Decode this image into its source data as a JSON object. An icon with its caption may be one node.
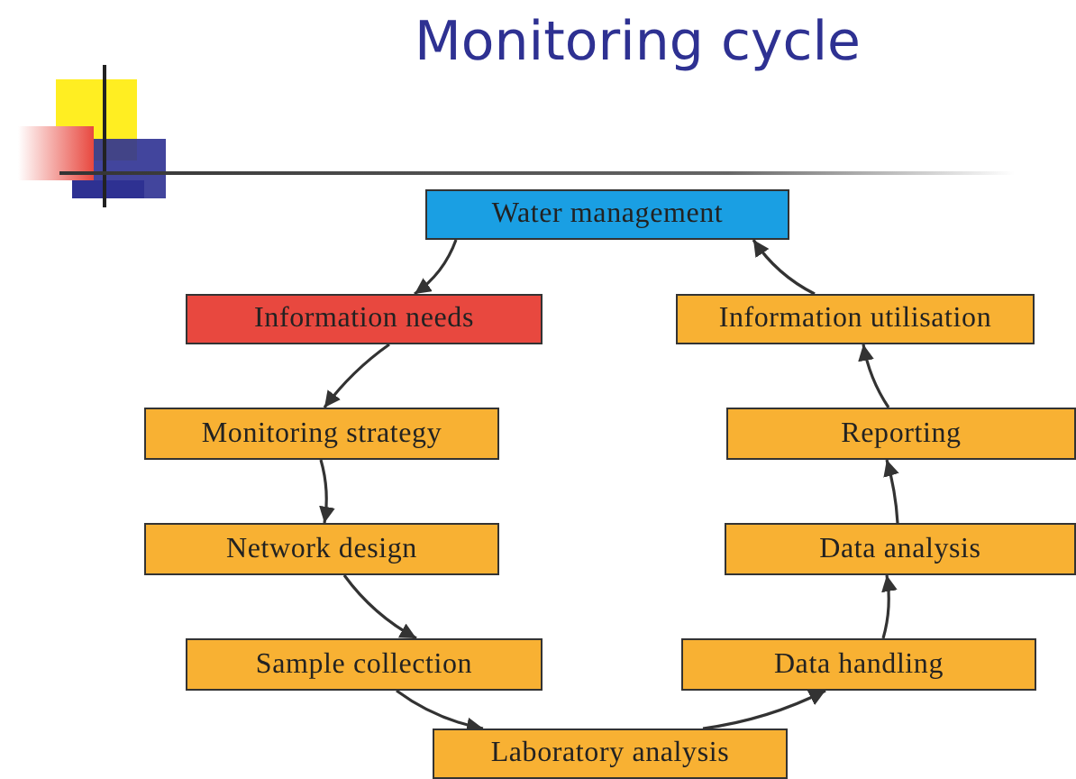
{
  "diagram": {
    "title": "Monitoring cycle",
    "nodes": [
      {
        "text": [
          "Water management"
        ]
      },
      {
        "text": [
          "Information needs"
        ]
      },
      {
        "text": [
          "Monitoring strategy"
        ]
      },
      {
        "text": [
          "Network design"
        ]
      },
      {
        "text": [
          "Sample collection"
        ]
      },
      {
        "text": [
          "Laboratory analysis"
        ]
      },
      {
        "text": [
          "Data handling"
        ]
      },
      {
        "text": [
          "Data analysis"
        ]
      },
      {
        "text": [
          "Reporting"
        ]
      },
      {
        "text": [
          "Information utilisation"
        ]
      }
    ],
    "edges": [
      {
        "from": 0,
        "to": 1,
        "arrow": "to"
      },
      {
        "from": 1,
        "to": 2,
        "arrow": "to"
      },
      {
        "from": 2,
        "to": 3,
        "arrow": "to"
      },
      {
        "from": 3,
        "to": 4,
        "arrow": "to"
      },
      {
        "from": 4,
        "to": 5,
        "arrow": "to"
      },
      {
        "from": 5,
        "to": 6,
        "arrow": "to"
      },
      {
        "from": 6,
        "to": 7,
        "arrow": "to"
      },
      {
        "from": 7,
        "to": 8,
        "arrow": "to"
      },
      {
        "from": 8,
        "to": 9,
        "arrow": "to"
      },
      {
        "from": 9,
        "to": 0,
        "arrow": "to"
      }
    ]
  }
}
